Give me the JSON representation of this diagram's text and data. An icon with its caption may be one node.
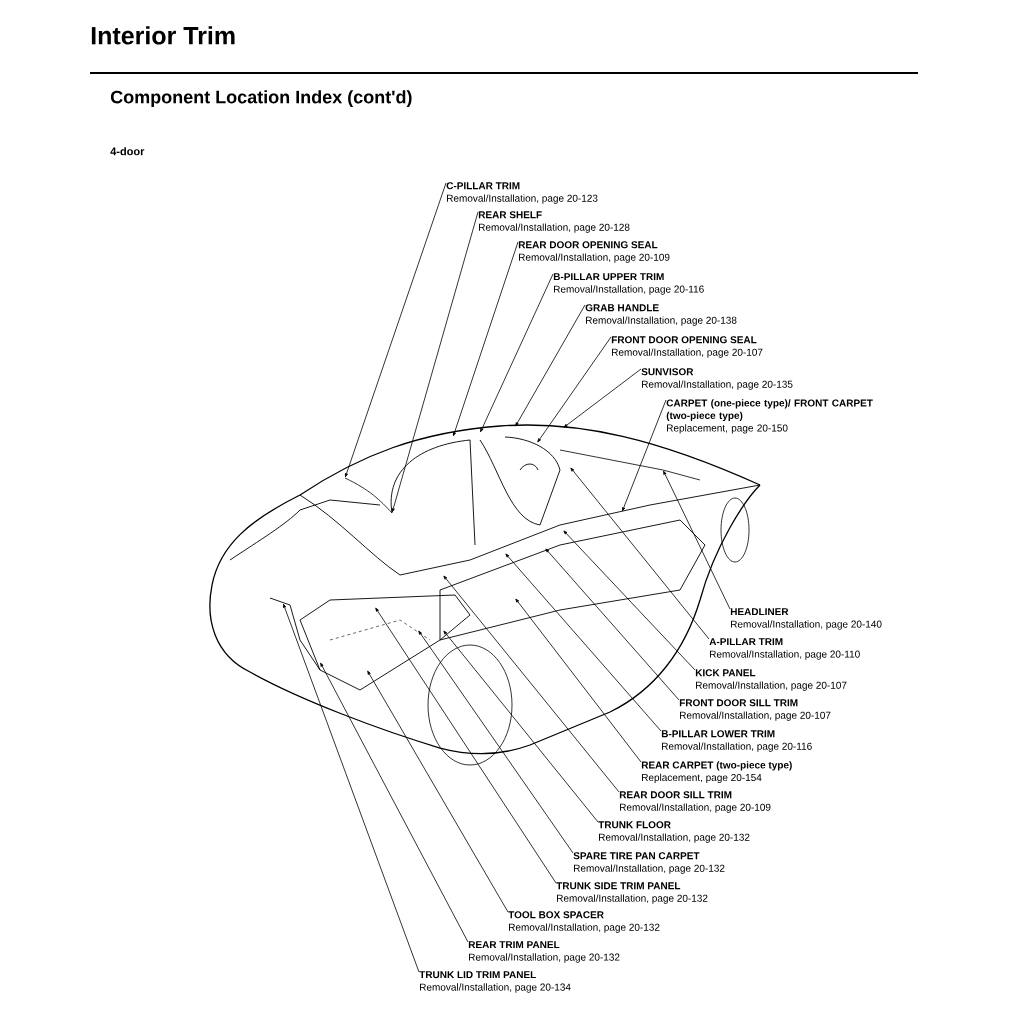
{
  "diagram": {
    "title": "Interior Trim",
    "nodes": [
      {
        "text": [
          "C-PILLAR TRIM",
          "Removal/Installation, page 20-123"
        ]
      },
      {
        "text": [
          "REAR SHELF",
          "Removal/Installation, page 20-128"
        ]
      },
      {
        "text": [
          "REAR DOOR OPENING SEAL",
          "Removal/Installation, page 20-109"
        ]
      },
      {
        "text": [
          "B-PILLAR UPPER TRIM",
          "Removal/Installation, page 20-116"
        ]
      },
      {
        "text": [
          "GRAB HANDLE",
          "Removal/Installation, page 20-138"
        ]
      },
      {
        "text": [
          "FRONT DOOR OPENING SEAL",
          "Removal/Installation, page 20-107"
        ]
      },
      {
        "text": [
          "SUNVISOR",
          "Removal/Installation, page 20-135"
        ]
      },
      {
        "text": [
          "CARPET (one-piece type)/ FRONT CARPET (two-piece type)",
          "Replacement, page 20-150"
        ]
      },
      {
        "text": [
          "HEADLINER",
          "Removal/Installation, page 20-140"
        ]
      },
      {
        "text": [
          "A-PILLAR TRIM",
          "Removal/Installation, page 20-110"
        ]
      },
      {
        "text": [
          "KICK PANEL",
          "Removal/Installation, page 20-107"
        ]
      },
      {
        "text": [
          "FRONT DOOR SILL TRIM",
          "Removal/Installation, page 20-107"
        ]
      },
      {
        "text": [
          "B-PILLAR LOWER TRIM",
          "Removal/Installation, page 20-116"
        ]
      },
      {
        "text": [
          "REAR CARPET (two-piece type)",
          "Replacement, page 20-154"
        ]
      },
      {
        "text": [
          "REAR DOOR SILL TRIM",
          "Removal/Installation, page 20-109"
        ]
      },
      {
        "text": [
          "TRUNK FLOOR",
          "Removal/Installation, page 20-132"
        ]
      },
      {
        "text": [
          "SPARE TIRE PAN CARPET",
          "Removal/Installation, page 20-132"
        ]
      },
      {
        "text": [
          "TRUNK SIDE TRIM PANEL",
          "Removal/Installation, page 20-132"
        ]
      },
      {
        "text": [
          "TOOL BOX SPACER",
          "Removal/Installation, page 20-132"
        ]
      },
      {
        "text": [
          "REAR TRIM PANEL",
          "Removal/Installation, page 20-132"
        ]
      },
      {
        "text": [
          "TRUNK LID TRIM PANEL",
          "Removal/Installation, page 20-134"
        ]
      }
    ],
    "edges": [
      {
        "from": 0,
        "to": null,
        "arrow": "to"
      },
      {
        "from": 1,
        "to": null,
        "arrow": "to"
      },
      {
        "from": 2,
        "to": null,
        "arrow": "to"
      },
      {
        "from": 3,
        "to": null,
        "arrow": "to"
      },
      {
        "from": 4,
        "to": null,
        "arrow": "to"
      },
      {
        "from": 5,
        "to": null,
        "arrow": "to"
      },
      {
        "from": 6,
        "to": null,
        "arrow": "to"
      },
      {
        "from": 7,
        "to": null,
        "arrow": "to"
      },
      {
        "from": 8,
        "to": null,
        "arrow": "to"
      },
      {
        "from": 9,
        "to": null,
        "arrow": "to"
      },
      {
        "from": 10,
        "to": null,
        "arrow": "to"
      },
      {
        "from": 11,
        "to": null,
        "arrow": "to"
      },
      {
        "from": 12,
        "to": null,
        "arrow": "to"
      },
      {
        "from": 13,
        "to": null,
        "arrow": "to"
      },
      {
        "from": 14,
        "to": null,
        "arrow": "to"
      },
      {
        "from": 15,
        "to": null,
        "arrow": "to"
      },
      {
        "from": 16,
        "to": null,
        "arrow": "to"
      },
      {
        "from": 17,
        "to": null,
        "arrow": "to"
      },
      {
        "from": 18,
        "to": null,
        "arrow": "to"
      },
      {
        "from": 19,
        "to": null,
        "arrow": "to"
      },
      {
        "from": 20,
        "to": null,
        "arrow": "to"
      }
    ],
    "labels": [
      "Component Location Index (cont'd)",
      "4-door"
    ]
  }
}
